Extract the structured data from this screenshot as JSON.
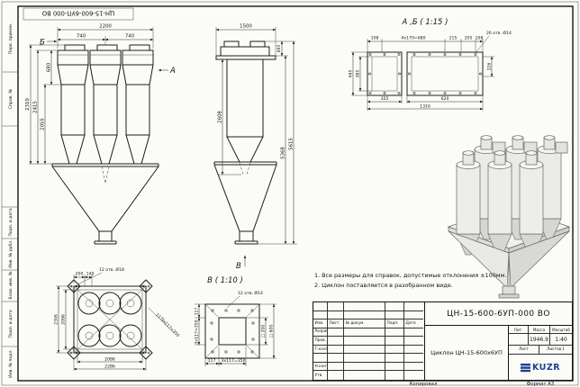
{
  "sheet": {
    "inverted_code": "ЦН-15-600-6УП-000 ВО",
    "copied_label": "Копировал",
    "format_label": "Формат А3",
    "left_strip": {
      "perv": "Перв. примен.",
      "sprav": "Справ. №",
      "podp1": "Подп. и дата",
      "inv_dubl": "Инв. № дубл.",
      "vzam": "Взам. инв. №",
      "podp2": "Подп. и дата",
      "inv_podl": "Инв. № подл."
    }
  },
  "notes": {
    "line1": "1. Все размеры для справок, допустимые отклонения ±100мм.",
    "line2": "2. Циклон поставляется в разобранном виде."
  },
  "front": {
    "label_a": "А",
    "label_b": "Б",
    "dim_2200": "2200",
    "dim_740a": "740",
    "dim_740b": "740",
    "dim_680": "680",
    "dim_2415": "2415",
    "dim_2310": "2310",
    "dim_2055": "2055"
  },
  "side": {
    "label_v": "В",
    "dim_1500": "1500",
    "dim_695": "695",
    "dim_2608": "2608",
    "dim_5368": "5368",
    "dim_5615": "5615"
  },
  "detail_ab": {
    "title": "А ,Б ( 1:15 )",
    "holes": "26 отв. Ø14",
    "dim_108a": "108",
    "dim_pitch": "4х170=680",
    "dim_215": "215",
    "dim_205": "205",
    "dim_108b": "108",
    "dim_495": "495",
    "dim_385": "385",
    "dim_226": "226",
    "dim_355": "355",
    "dim_620": "620",
    "dim_1310": "1310"
  },
  "plan": {
    "holes": "12 отв. Ø18",
    "dim_200": "200",
    "dim_140": "140",
    "dim_2306": "2306",
    "dim_2096": "2096",
    "dim_2086": "2086",
    "dim_2286": "2286",
    "dim_117": "117",
    "dim_pitch": "3х117=350"
  },
  "detail_v": {
    "title": "В ( 1:10 )",
    "holes": "12 отв. Ø14",
    "dim_sq200": "□ 200",
    "dim_sq600": "□ 600",
    "dim_117l": "117",
    "dim_pitchl": "3х117=350",
    "dim_117b": "117",
    "dim_pitchb": "3х117=350"
  },
  "titleblock": {
    "designation": "ЦН-15-600-6УП-000 ВО",
    "name": "Циклон ЦН-15-600х6УП",
    "mass": "1946.9",
    "scale": "1:40",
    "h_izm": "Изм.",
    "h_list": "Лист",
    "h_doc": "№ докум.",
    "h_podp": "Подп.",
    "h_data": "Дата",
    "h_lit": "Лит.",
    "h_mass": "Масса",
    "h_scale": "Масштаб",
    "h_sheet": "Лист",
    "h_sheets": "Листов",
    "sheets_value": "1",
    "r_razrab": "Разраб.",
    "r_prov": "Пров.",
    "r_tcontr": "Т.контр.",
    "r_ncontr": "Н.контр.",
    "r_utv": "Утв.",
    "logo": "KUZR",
    "logo_color": "#1e3f8f"
  }
}
